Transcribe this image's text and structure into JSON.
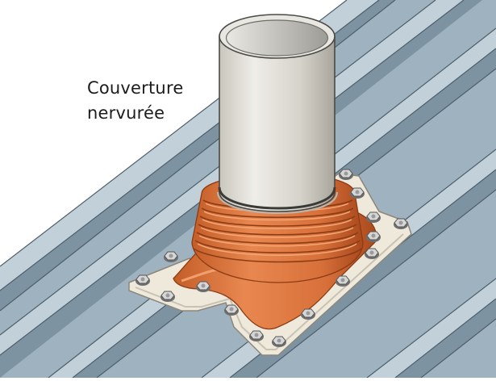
{
  "label": {
    "line1": "Couverture",
    "line2": "nervurée"
  },
  "colors": {
    "roof_light": "#aebfca",
    "roof_mid": "#8ea3b1",
    "roof_dark": "#6a7f8e",
    "roof_edge": "#4e5f6b",
    "pipe_light": "#e6e4de",
    "pipe_shade": "#a9a59c",
    "pipe_inner": "#8a8a85",
    "flashing": "#d9733c",
    "flashing_dark": "#a5491e",
    "flashing_light": "#f0a06c",
    "plate": "#efe9dc",
    "plate_edge": "#8d877b",
    "bolt": "#c9c9c9",
    "bolt_dark": "#6f6f6f"
  },
  "icons": {
    "bolt": "hex-bolt"
  }
}
